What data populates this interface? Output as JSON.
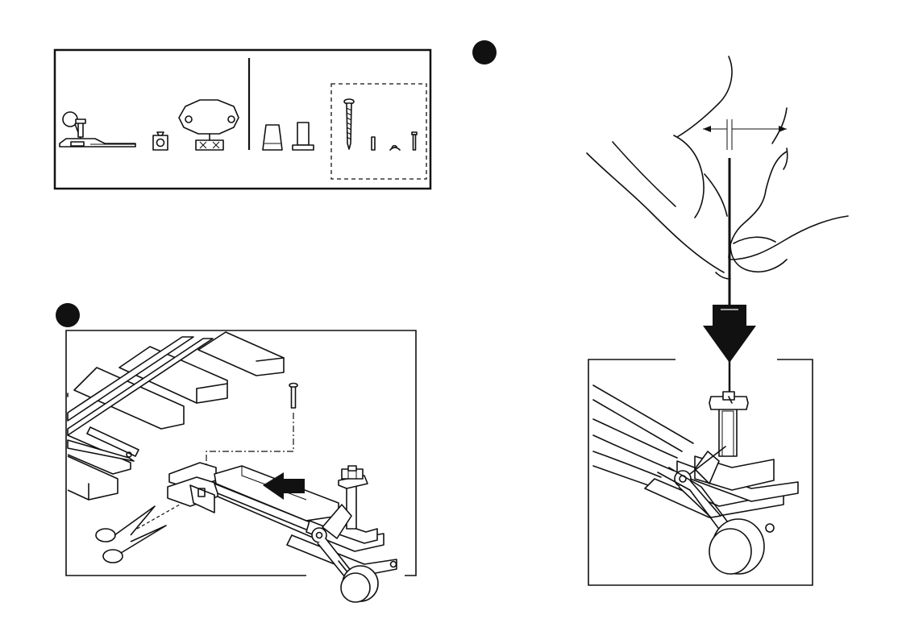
{
  "figure": {
    "step_markers": [
      "step-marker-a",
      "step-marker-b"
    ],
    "panels": [
      "parts-list-panel",
      "installation-panel",
      "bending-panel"
    ],
    "colors": {
      "ink": "#111111",
      "paper": "#ffffff"
    }
  }
}
